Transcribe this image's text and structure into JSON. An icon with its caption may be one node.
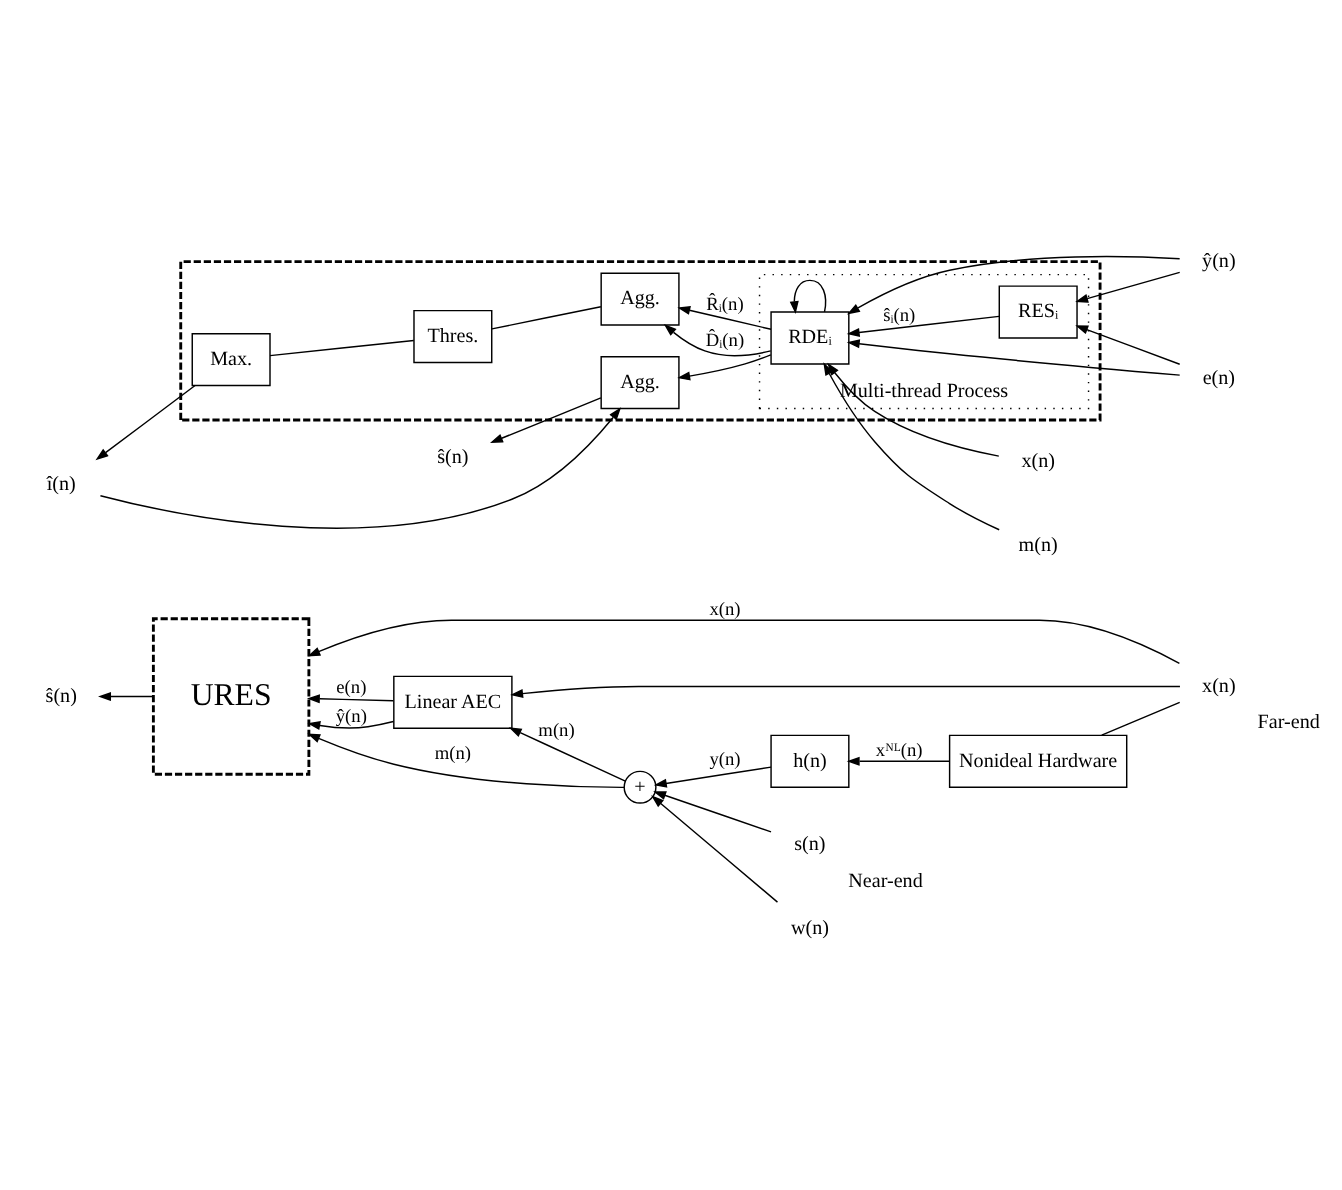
{
  "diagram": {
    "nodes": [
      {
        "text": [
          "x(n)"
        ],
        "beside": [
          "Far-end"
        ]
      },
      {
        "text": [
          "Nonideal Hardware"
        ]
      },
      {
        "text": [
          "h(n)"
        ]
      },
      {
        "text": [
          "+"
        ]
      },
      {
        "text": [
          "s(n)"
        ],
        "beside": [
          "Near-end"
        ]
      },
      {
        "text": [
          "w(n)"
        ]
      },
      {
        "text": [
          "Linear AEC"
        ]
      },
      {
        "text": [
          "URES"
        ]
      },
      {
        "text": [
          "ŝ(n)"
        ]
      },
      {
        "text": [],
        "shape": "box"
      },
      {
        "text": [
          "Multi-thread Process"
        ],
        "in": 9
      },
      {
        "text": [
          "RDEᵢ"
        ],
        "in": 10
      },
      {
        "text": [
          "RESᵢ"
        ],
        "in": 10
      },
      {
        "text": [
          "Agg."
        ],
        "in": 9
      },
      {
        "text": [
          "Thres."
        ],
        "in": 9
      },
      {
        "text": [
          "Max."
        ],
        "in": 9
      },
      {
        "text": [
          "Agg."
        ],
        "in": 9
      },
      {
        "text": [
          "î(n)"
        ]
      },
      {
        "text": [
          "ŝ(n)"
        ]
      },
      {
        "text": [
          "x(n)"
        ]
      },
      {
        "text": [
          "ŷ(n)"
        ]
      },
      {
        "text": [
          "e(n)"
        ]
      },
      {
        "text": [
          "m(n)"
        ]
      }
    ],
    "edges": [
      {
        "from": 0,
        "to": 1,
        "arrow": "none"
      },
      {
        "from": 1,
        "to": 2,
        "arrow": "to",
        "label": "xᴺᴸ(n)"
      },
      {
        "from": 2,
        "to": 3,
        "arrow": "to",
        "label": "y(n)"
      },
      {
        "from": 4,
        "to": 3,
        "arrow": "to"
      },
      {
        "from": 5,
        "to": 3,
        "arrow": "to"
      },
      {
        "from": 3,
        "to": 6,
        "arrow": "to",
        "label": "m(n)"
      },
      {
        "from": 0,
        "to": 6,
        "arrow": "to"
      },
      {
        "from": 0,
        "to": 7,
        "arrow": "to",
        "label": "x(n)"
      },
      {
        "from": 6,
        "to": 7,
        "arrow": "to",
        "label": "ŷ(n)"
      },
      {
        "from": 6,
        "to": 7,
        "arrow": "to",
        "label": "e(n)"
      },
      {
        "from": 3,
        "to": 7,
        "arrow": "to",
        "label": "m(n)"
      },
      {
        "from": 7,
        "to": 8,
        "arrow": "to"
      },
      {
        "from": 19,
        "to": 11,
        "arrow": "to"
      },
      {
        "from": 20,
        "to": 11,
        "arrow": "to"
      },
      {
        "from": 20,
        "to": 12,
        "arrow": "to"
      },
      {
        "from": 21,
        "to": 11,
        "arrow": "to"
      },
      {
        "from": 21,
        "to": 12,
        "arrow": "to"
      },
      {
        "from": 22,
        "to": 11,
        "arrow": "to"
      },
      {
        "from": 12,
        "to": 11,
        "arrow": "to",
        "label": "ŝᵢ(n)"
      },
      {
        "from": 11,
        "to": 11,
        "arrow": "to"
      },
      {
        "from": 11,
        "to": 13,
        "arrow": "to",
        "label": "R̂ᵢ(n)"
      },
      {
        "from": 11,
        "to": 13,
        "arrow": "to",
        "label": "D̂ᵢ(n)"
      },
      {
        "from": 13,
        "to": 14,
        "arrow": "none"
      },
      {
        "from": 14,
        "to": 15,
        "arrow": "none"
      },
      {
        "from": 15,
        "to": 17,
        "arrow": "to"
      },
      {
        "from": 17,
        "to": 16,
        "arrow": "to"
      },
      {
        "from": 11,
        "to": 16,
        "arrow": "to"
      },
      {
        "from": 16,
        "to": 18,
        "arrow": "to"
      }
    ]
  }
}
